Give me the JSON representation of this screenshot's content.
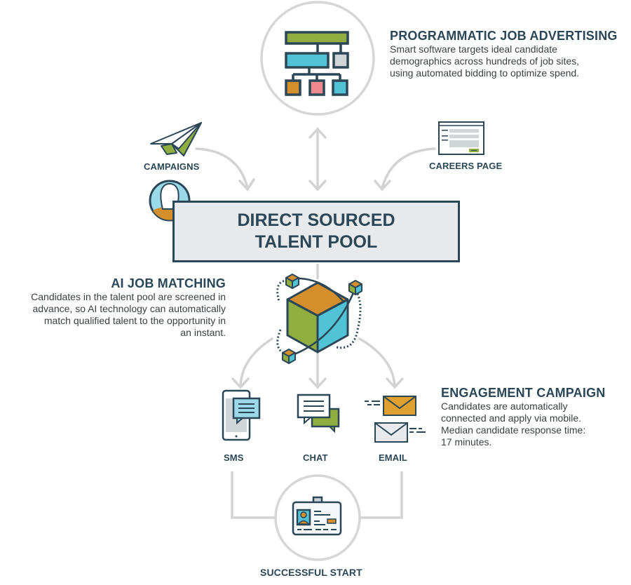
{
  "programmatic": {
    "title": "PROGRAMMATIC JOB ADVERTISING",
    "lines": [
      "Smart software targets ideal candidate",
      "demographics across hundreds of job sites,",
      "using automated bidding to optimize spend."
    ]
  },
  "campaigns": {
    "label": "CAMPAIGNS"
  },
  "careers_page": {
    "label": "CAREERS PAGE"
  },
  "talent_pool": {
    "line1": "DIRECT SOURCED",
    "line2": "TALENT POOL"
  },
  "ai_matching": {
    "title": "AI JOB MATCHING",
    "lines": [
      "Candidates in the talent pool are screened in",
      "advance, so AI technology can automatically",
      "match qualified talent to the opportunity in",
      "an instant."
    ]
  },
  "channels": [
    {
      "label": "SMS",
      "icon": "phone-sms-icon"
    },
    {
      "label": "CHAT",
      "icon": "chat-bubbles-icon"
    },
    {
      "label": "EMAIL",
      "icon": "envelopes-icon"
    }
  ],
  "engagement": {
    "title": "ENGAGEMENT CAMPAIGN",
    "lines": [
      "Candidates are automatically",
      "connected and apply via mobile.",
      "Median candidate response time:",
      "17 minutes."
    ]
  },
  "successful_start": {
    "label": "SUCCESSFUL START"
  },
  "colors": {
    "navy": "#2b4757",
    "green": "#8fae3f",
    "cyan": "#52c3d6",
    "orange": "#d48e2b",
    "pink": "#f08a8e",
    "light_gray": "#d0d5d8",
    "connector_gray": "#d3d3d3",
    "box_fill": "#e8e9eb"
  }
}
